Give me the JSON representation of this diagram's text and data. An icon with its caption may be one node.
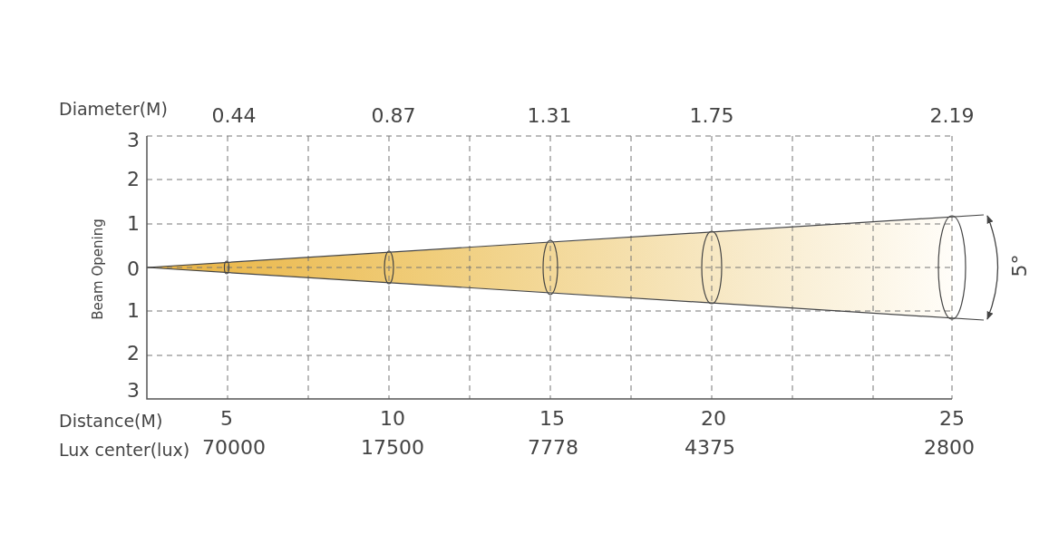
{
  "diagram": {
    "labels": [
      "Diameter(M)",
      "0.44",
      "0.87",
      "1.31",
      "1.75",
      "2.19",
      "3",
      "2",
      "1",
      "0",
      "1",
      "2",
      "3",
      "Beam Opening",
      "5°",
      "Distance(M)",
      "5",
      "10",
      "15",
      "20",
      "25",
      "Lux center(lux)",
      "70000",
      "17500",
      "7778",
      "4375",
      "2800"
    ]
  }
}
